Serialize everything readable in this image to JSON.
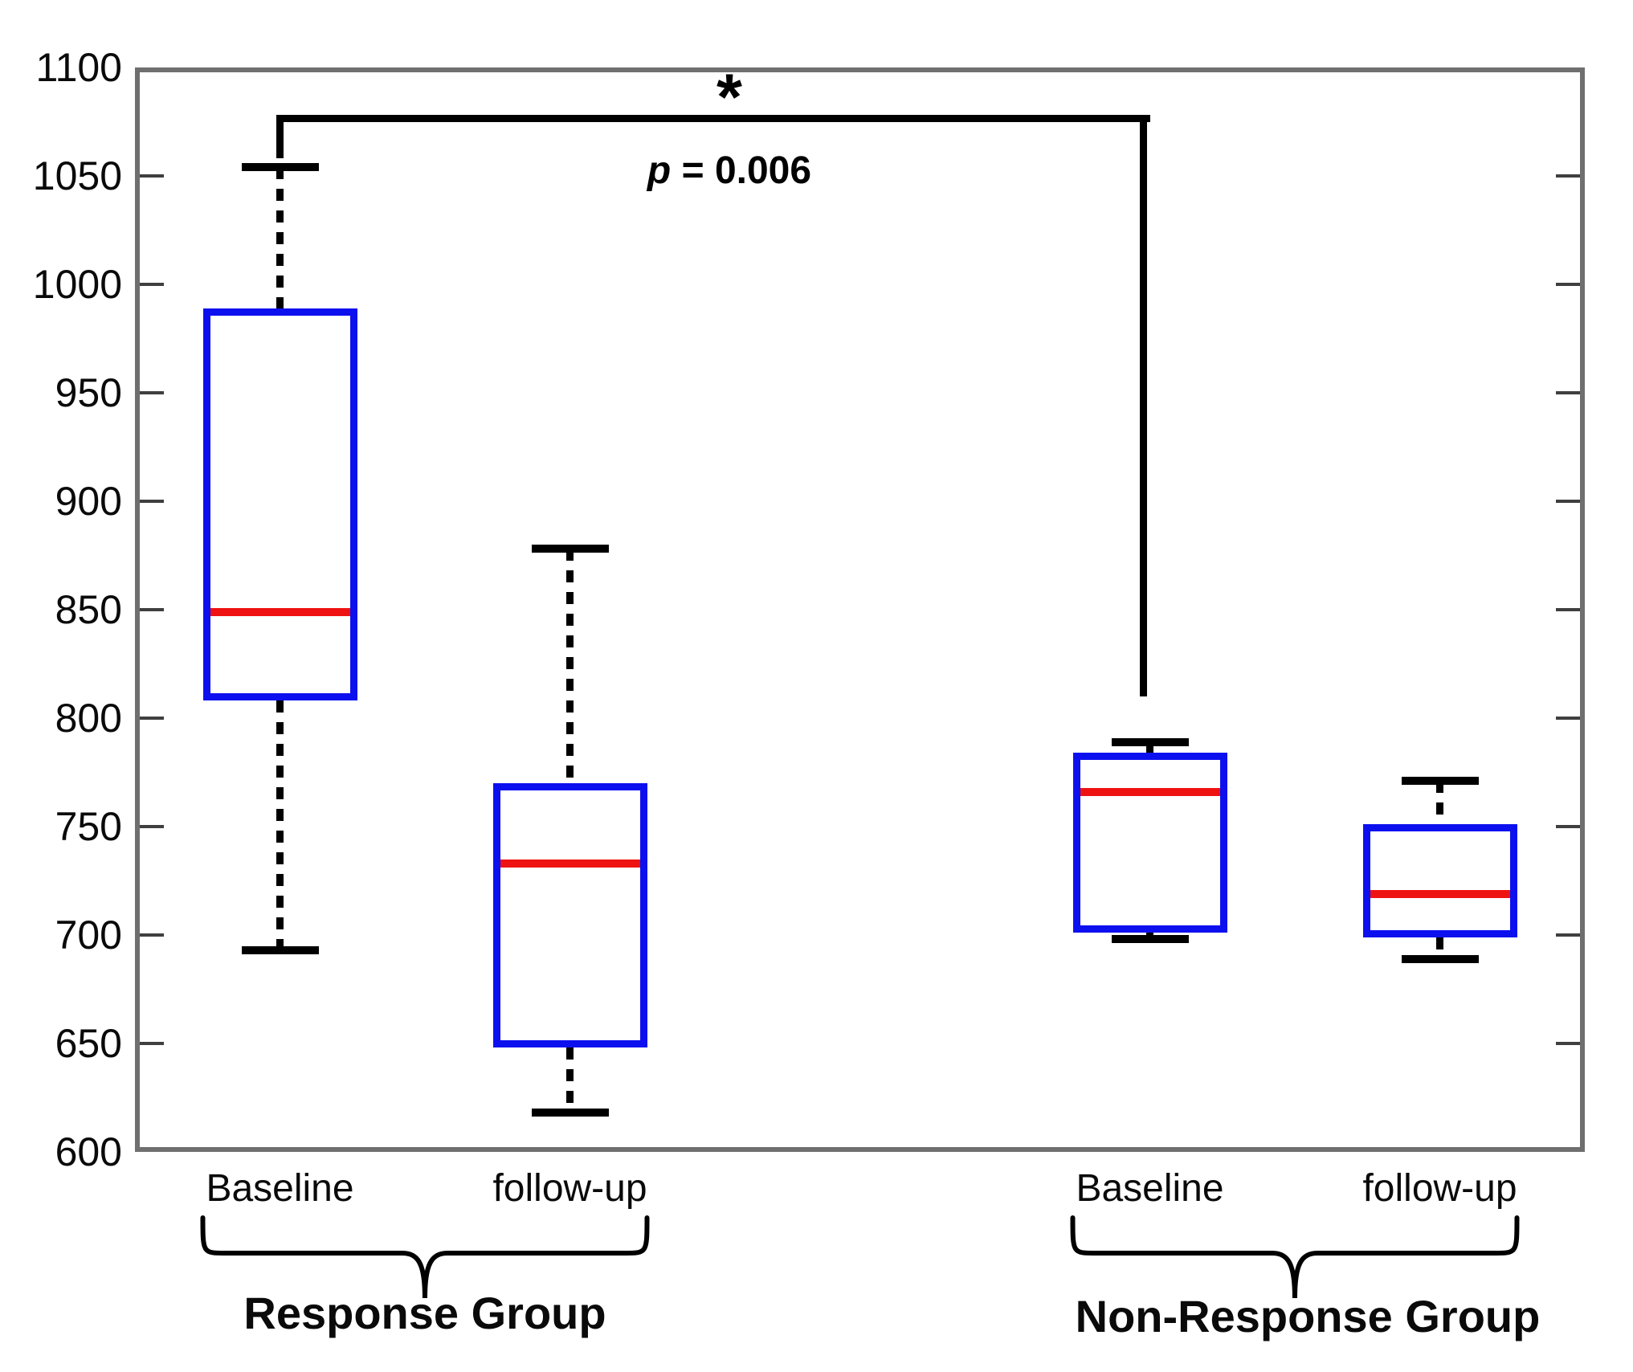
{
  "figure": {
    "background": "#ffffff",
    "colors": {
      "box_border": "#0d10ee",
      "median": "#ef1212",
      "whisker": "#000000",
      "frame": "#6f6f6f",
      "tick": "#3f3f3f",
      "text": "#0a0a0a"
    }
  },
  "chart_data": {
    "type": "boxplot",
    "title": "",
    "xlabel": "",
    "ylabel": "",
    "ylim": [
      600,
      1100
    ],
    "ytick_step": 50,
    "yticks": [
      1100,
      1050,
      1000,
      950,
      900,
      850,
      800,
      750,
      700,
      650,
      600
    ],
    "grid": false,
    "legend": null,
    "groups": [
      {
        "label": "Response Group",
        "boxes": [
          {
            "label": "Baseline",
            "whisker_low": 693,
            "q1": 808,
            "median": 849,
            "q3": 989,
            "whisker_high": 1054
          },
          {
            "label": "follow-up",
            "whisker_low": 618,
            "q1": 648,
            "median": 733,
            "q3": 770,
            "whisker_high": 878
          }
        ]
      },
      {
        "label": "Non-Response Group",
        "boxes": [
          {
            "label": "Baseline",
            "whisker_low": 698,
            "q1": 701,
            "median": 766,
            "q3": 784,
            "whisker_high": 789
          },
          {
            "label": "follow-up",
            "whisker_low": 689,
            "q1": 699,
            "median": 719,
            "q3": 751,
            "whisker_high": 771
          }
        ]
      }
    ],
    "annotation": {
      "significance_marker": "*",
      "p_text": "p = 0.006",
      "p_symbol": "p",
      "p_rest": " = 0.006",
      "connects": [
        "Response Group / Baseline",
        "Non-Response Group / Baseline"
      ],
      "bar_value": 1078,
      "left_tail_value": 1058,
      "right_tail_value": 810
    }
  }
}
